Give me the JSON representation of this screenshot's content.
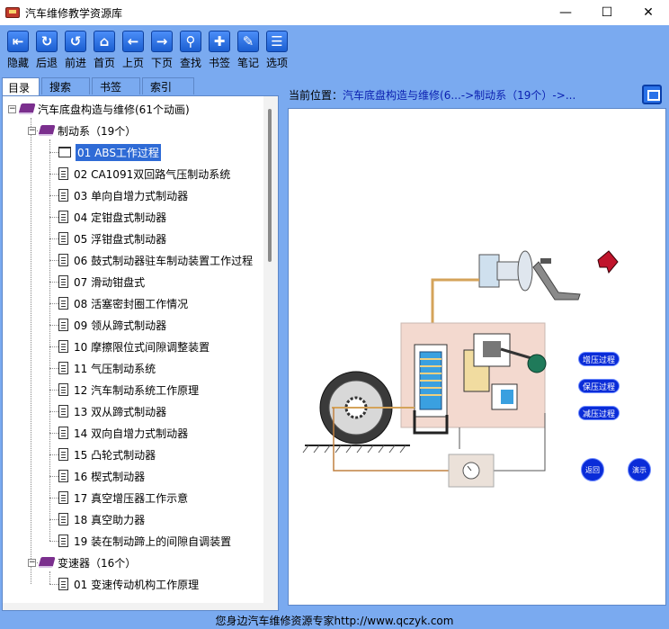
{
  "window": {
    "title": "汽车维修教学资源库",
    "minimize": "—",
    "maximize": "☐",
    "close": "✕"
  },
  "toolbar": [
    {
      "label": "隐藏",
      "icon": "hide-panel-icon",
      "glyph": "⇤"
    },
    {
      "label": "后退",
      "icon": "back-refresh-icon",
      "glyph": "↻"
    },
    {
      "label": "前进",
      "icon": "forward-refresh-icon",
      "glyph": "↺"
    },
    {
      "label": "首页",
      "icon": "home-icon",
      "glyph": "⌂"
    },
    {
      "label": "上页",
      "icon": "arrow-left-icon",
      "glyph": "←"
    },
    {
      "label": "下页",
      "icon": "arrow-right-icon",
      "glyph": "→"
    },
    {
      "label": "查找",
      "icon": "search-icon",
      "glyph": "⚲"
    },
    {
      "label": "书签",
      "icon": "bookmark-icon",
      "glyph": "✚"
    },
    {
      "label": "笔记",
      "icon": "note-icon",
      "glyph": "✎"
    },
    {
      "label": "选项",
      "icon": "options-icon",
      "glyph": "☰"
    }
  ],
  "tabs": [
    "目录",
    "搜索",
    "书签",
    "索引"
  ],
  "tree": {
    "root": "汽车底盘构造与维修(61个动画)",
    "groups": [
      {
        "label": "制动系（19个）",
        "items": [
          "01 ABS工作过程",
          "02 CA1091双回路气压制动系统",
          "03 单向自增力式制动器",
          "04 定钳盘式制动器",
          "05 浮钳盘式制动器",
          "06 鼓式制动器驻车制动装置工作过程",
          "07 滑动钳盘式",
          "08 活塞密封圈工作情况",
          "09 领从蹄式制动器",
          "10 摩擦限位式间隙调整装置",
          "11 气压制动系统",
          "12 汽车制动系统工作原理",
          "13 双从蹄式制动器",
          "14 双向自增力式制动器",
          "15 凸轮式制动器",
          "16 楔式制动器",
          "17 真空增压器工作示意",
          "18 真空助力器",
          "19 装在制动蹄上的间隙自调装置"
        ]
      },
      {
        "label": "变速器（16个）",
        "items": [
          "01 变速传动机构工作原理"
        ]
      }
    ]
  },
  "breadcrumb": {
    "prefix": "当前位置：",
    "path": "汽车底盘构造与维修(6...->制动系（19个）->..."
  },
  "animation": {
    "buttons": [
      "增压过程",
      "保压过程",
      "减压过程"
    ],
    "nav_back": "返回",
    "nav_demo": "演示",
    "accent_blue": "#0a2cd8",
    "housing_color": "#f3d9cf"
  },
  "status": "您身边汽车维修资源专家http://www.qczyk.com"
}
